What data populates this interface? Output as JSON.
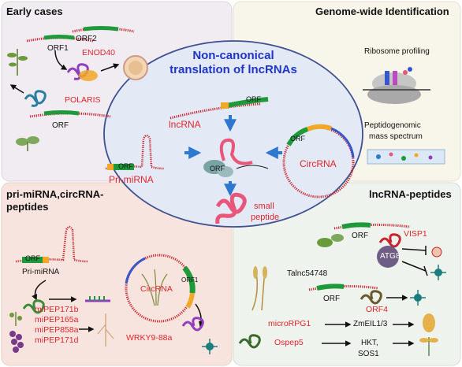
{
  "title": {
    "line1": "Non-canonical",
    "line2": "translation of lncRNAs"
  },
  "panels": {
    "early_cases": {
      "heading": "Early cases",
      "orf1": "ORF1",
      "orf2": "ORF2",
      "enod40": "ENOD40",
      "polaris": "POLARIS",
      "orf": "ORF"
    },
    "genome_wide": {
      "heading": "Genome-wide Identification",
      "ribosome_profiling": "Ribosome profiling",
      "peptidogenomic_line1": "Peptidogenomic",
      "peptidogenomic_line2": "mass spectrum"
    },
    "center": {
      "lncrna": "lncRNA",
      "orf_top": "ORF",
      "orf_left": "ORF",
      "orf_mid": "ORF",
      "orf_circ": "ORF",
      "pri_mirna": "Pri-miRNA",
      "circrna": "CircRNA",
      "small_peptide_line1": "small",
      "small_peptide_line2": "peptide"
    },
    "pri_mirna_circrna": {
      "heading_line1": "pri-miRNA,circRNA-",
      "heading_line2": "peptides",
      "orf": "ORF",
      "pri_mirna": "Pri-miRNA",
      "mipeps": [
        "miPEP171b",
        "miPEP165a",
        "miPEP858a",
        "miPEP171d"
      ],
      "circrna": "CircRNA",
      "orf_circ": "ORF1",
      "wrky": "WRKY9-88a"
    },
    "lncrna_peptides": {
      "heading": "lncRNA-peptides",
      "orf1": "ORF",
      "visp1": "VISP1",
      "atg8": "ATG8",
      "talnc": "Talnc54748",
      "orf2": "ORF",
      "orf4": "ORF4",
      "microrpg1": "microRPG1",
      "ospep5": "Ospep5",
      "zmeil": "ZmEIL1/3",
      "hkt_line1": "HKT,",
      "hkt_line2": "SOS1"
    }
  },
  "colors": {
    "early_bg": "#f1ecf2",
    "genome_bg": "#f8f5ea",
    "primirna_bg": "#f8e4de",
    "lncrna_bg": "#eef3ee",
    "ellipse_fill": "#e4e9f6",
    "ellipse_stroke": "#3f4f93",
    "rna_red": "#c8242b",
    "orf_green": "#1f9a3a",
    "orf_orange": "#f0a826",
    "peptide_pink": "#e8567a",
    "peptide_purple": "#8f3fbd",
    "arrow_blue": "#2e78d0",
    "title_blue": "#1f35c9"
  },
  "icons": [
    "plant-icon",
    "nodule-icon",
    "ribosome-icon",
    "mass-spectrum-icon",
    "virus-icon",
    "grain-icon",
    "grape-icon",
    "seedling-icon"
  ]
}
